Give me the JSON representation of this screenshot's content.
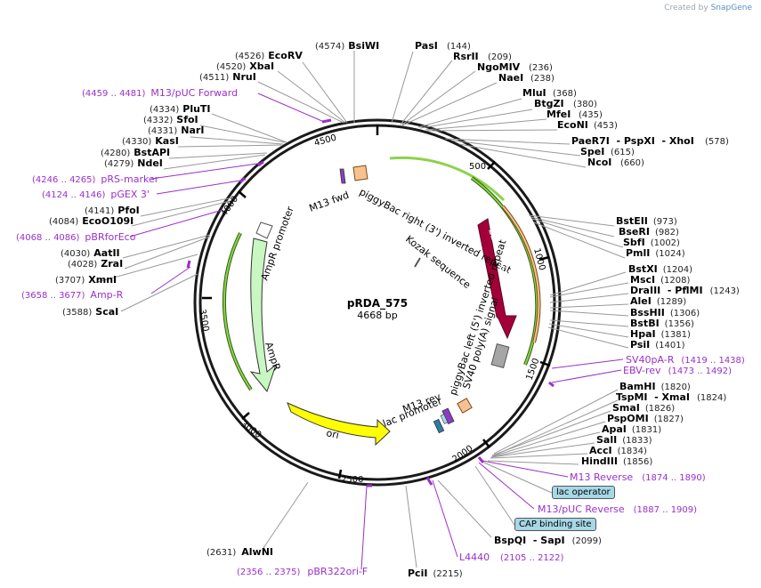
{
  "credit": {
    "prefix": "Created by",
    "brand": "SnapGene"
  },
  "plasmid": {
    "name": "pRDA_575",
    "size": "4668 bp"
  },
  "ticks": [
    "500",
    "1000",
    "1500",
    "2000",
    "2500",
    "3000",
    "3500",
    "4000",
    "4500"
  ],
  "left_labels": [
    {
      "pos": "(4526)",
      "name": "EcoRV"
    },
    {
      "pos": "(4520)",
      "name": "XbaI"
    },
    {
      "pos": "(4511)",
      "name": "NruI"
    },
    {
      "pos": "(4334)",
      "name": "PluTI"
    },
    {
      "pos": "(4332)",
      "name": "SfoI"
    },
    {
      "pos": "(4331)",
      "name": "NarI"
    },
    {
      "pos": "(4330)",
      "name": "KasI"
    },
    {
      "pos": "(4280)",
      "name": "BstAPI"
    },
    {
      "pos": "(4279)",
      "name": "NdeI"
    },
    {
      "pos": "(4141)",
      "name": "PfoI"
    },
    {
      "pos": "(4084)",
      "name": "EcoO109I"
    },
    {
      "pos": "(4030)",
      "name": "AatII"
    },
    {
      "pos": "(4028)",
      "name": "ZraI"
    },
    {
      "pos": "(3707)",
      "name": "XmnI"
    },
    {
      "pos": "(3588)",
      "name": "ScaI"
    }
  ],
  "left_primers": [
    {
      "range": "(4459 .. 4481)",
      "name": "M13/pUC Forward"
    },
    {
      "range": "(4246 .. 4265)",
      "name": "pRS-marker"
    },
    {
      "range": "(4124 .. 4146)",
      "name": "pGEX 3'"
    },
    {
      "range": "(4068 .. 4086)",
      "name": "pBRforEco"
    },
    {
      "range": "(3658 .. 3677)",
      "name": "Amp-R"
    }
  ],
  "top_labels": [
    {
      "pos": "(4574)",
      "name": "BsiWI"
    },
    {
      "pos": "(144)",
      "name": "PasI"
    },
    {
      "pos": "(209)",
      "name": "RsrII"
    },
    {
      "pos": "(236)",
      "name": "NgoMIV"
    },
    {
      "pos": "(238)",
      "name": "NaeI"
    },
    {
      "pos": "(368)",
      "name": "MluI"
    },
    {
      "pos": "(380)",
      "name": "BtgZI"
    },
    {
      "pos": "(435)",
      "name": "MfeI"
    },
    {
      "pos": "(453)",
      "name": "EcoNI"
    },
    {
      "pos": "(578)",
      "name": "PaeR7I  - PspXI  - XhoI"
    },
    {
      "pos": "(615)",
      "name": "SpeI"
    },
    {
      "pos": "(660)",
      "name": "NcoI"
    }
  ],
  "right_labels": [
    {
      "pos": "(973)",
      "name": "BstEII"
    },
    {
      "pos": "(982)",
      "name": "BseRI"
    },
    {
      "pos": "(1002)",
      "name": "SbfI"
    },
    {
      "pos": "(1024)",
      "name": "PmlI"
    },
    {
      "pos": "(1204)",
      "name": "BstXI"
    },
    {
      "pos": "(1208)",
      "name": "MscI"
    },
    {
      "pos": "(1243)",
      "name": "DraIII  - PflMI"
    },
    {
      "pos": "(1289)",
      "name": "AleI"
    },
    {
      "pos": "(1306)",
      "name": "BssHII"
    },
    {
      "pos": "(1356)",
      "name": "BstBI"
    },
    {
      "pos": "(1381)",
      "name": "HpaI"
    },
    {
      "pos": "(1401)",
      "name": "PsiI"
    },
    {
      "pos": "(1820)",
      "name": "BamHI"
    },
    {
      "pos": "(1824)",
      "name": "TspMI  - XmaI"
    },
    {
      "pos": "(1826)",
      "name": "SmaI"
    },
    {
      "pos": "(1827)",
      "name": "PspOMI"
    },
    {
      "pos": "(1831)",
      "name": "ApaI"
    },
    {
      "pos": "(1833)",
      "name": "SalI"
    },
    {
      "pos": "(1834)",
      "name": "AccI"
    },
    {
      "pos": "(1856)",
      "name": "HindIII"
    }
  ],
  "right_primers": [
    {
      "range": "(1419 .. 1438)",
      "name": "SV40pA-R"
    },
    {
      "range": "(1473 .. 1492)",
      "name": "EBV-rev"
    },
    {
      "range": "(1874 .. 1890)",
      "name": "M13 Reverse"
    },
    {
      "range": "(1887 .. 1909)",
      "name": "M13/pUC Reverse"
    }
  ],
  "boxed_features": [
    "lac operator",
    "CAP binding site"
  ],
  "bottom_labels": [
    {
      "pos": "(2099)",
      "name": "BspQI  - SapI"
    },
    {
      "pos": "(2215)",
      "name": "PciI"
    },
    {
      "pos": "(2631)",
      "name": "AlwNI"
    }
  ],
  "bottom_primers": [
    {
      "range": "(2105 .. 2122)",
      "name": "L4440"
    },
    {
      "range": "(2356 .. 2375)",
      "name": "pBR322ori-F"
    }
  ],
  "inner_features": {
    "m13fwd": "M13 fwd",
    "pb_right": "piggyBac right (3') inverted repeat",
    "e2crimson": "E2-Crimson",
    "kozak": "Kozak sequence",
    "pb_left": "piggyBac left (5') inverted repeat",
    "sv40": "SV40 poly(A) signal",
    "m13rev": "M13 rev",
    "lacprom": "lac promoter",
    "ampr_prom": "AmpR promoter",
    "ampr": "AmpR",
    "ori": "ori"
  },
  "colors": {
    "backbone": "#1a1a1a",
    "primer": "#9a2fc9",
    "ampr": "#c8f7c1",
    "ori": "#ffff00",
    "e2crimson": "#a3003a",
    "sv40": "#a6a6a6",
    "orange_feature": "#f7c28f",
    "green_arc": "#8bd34a"
  }
}
